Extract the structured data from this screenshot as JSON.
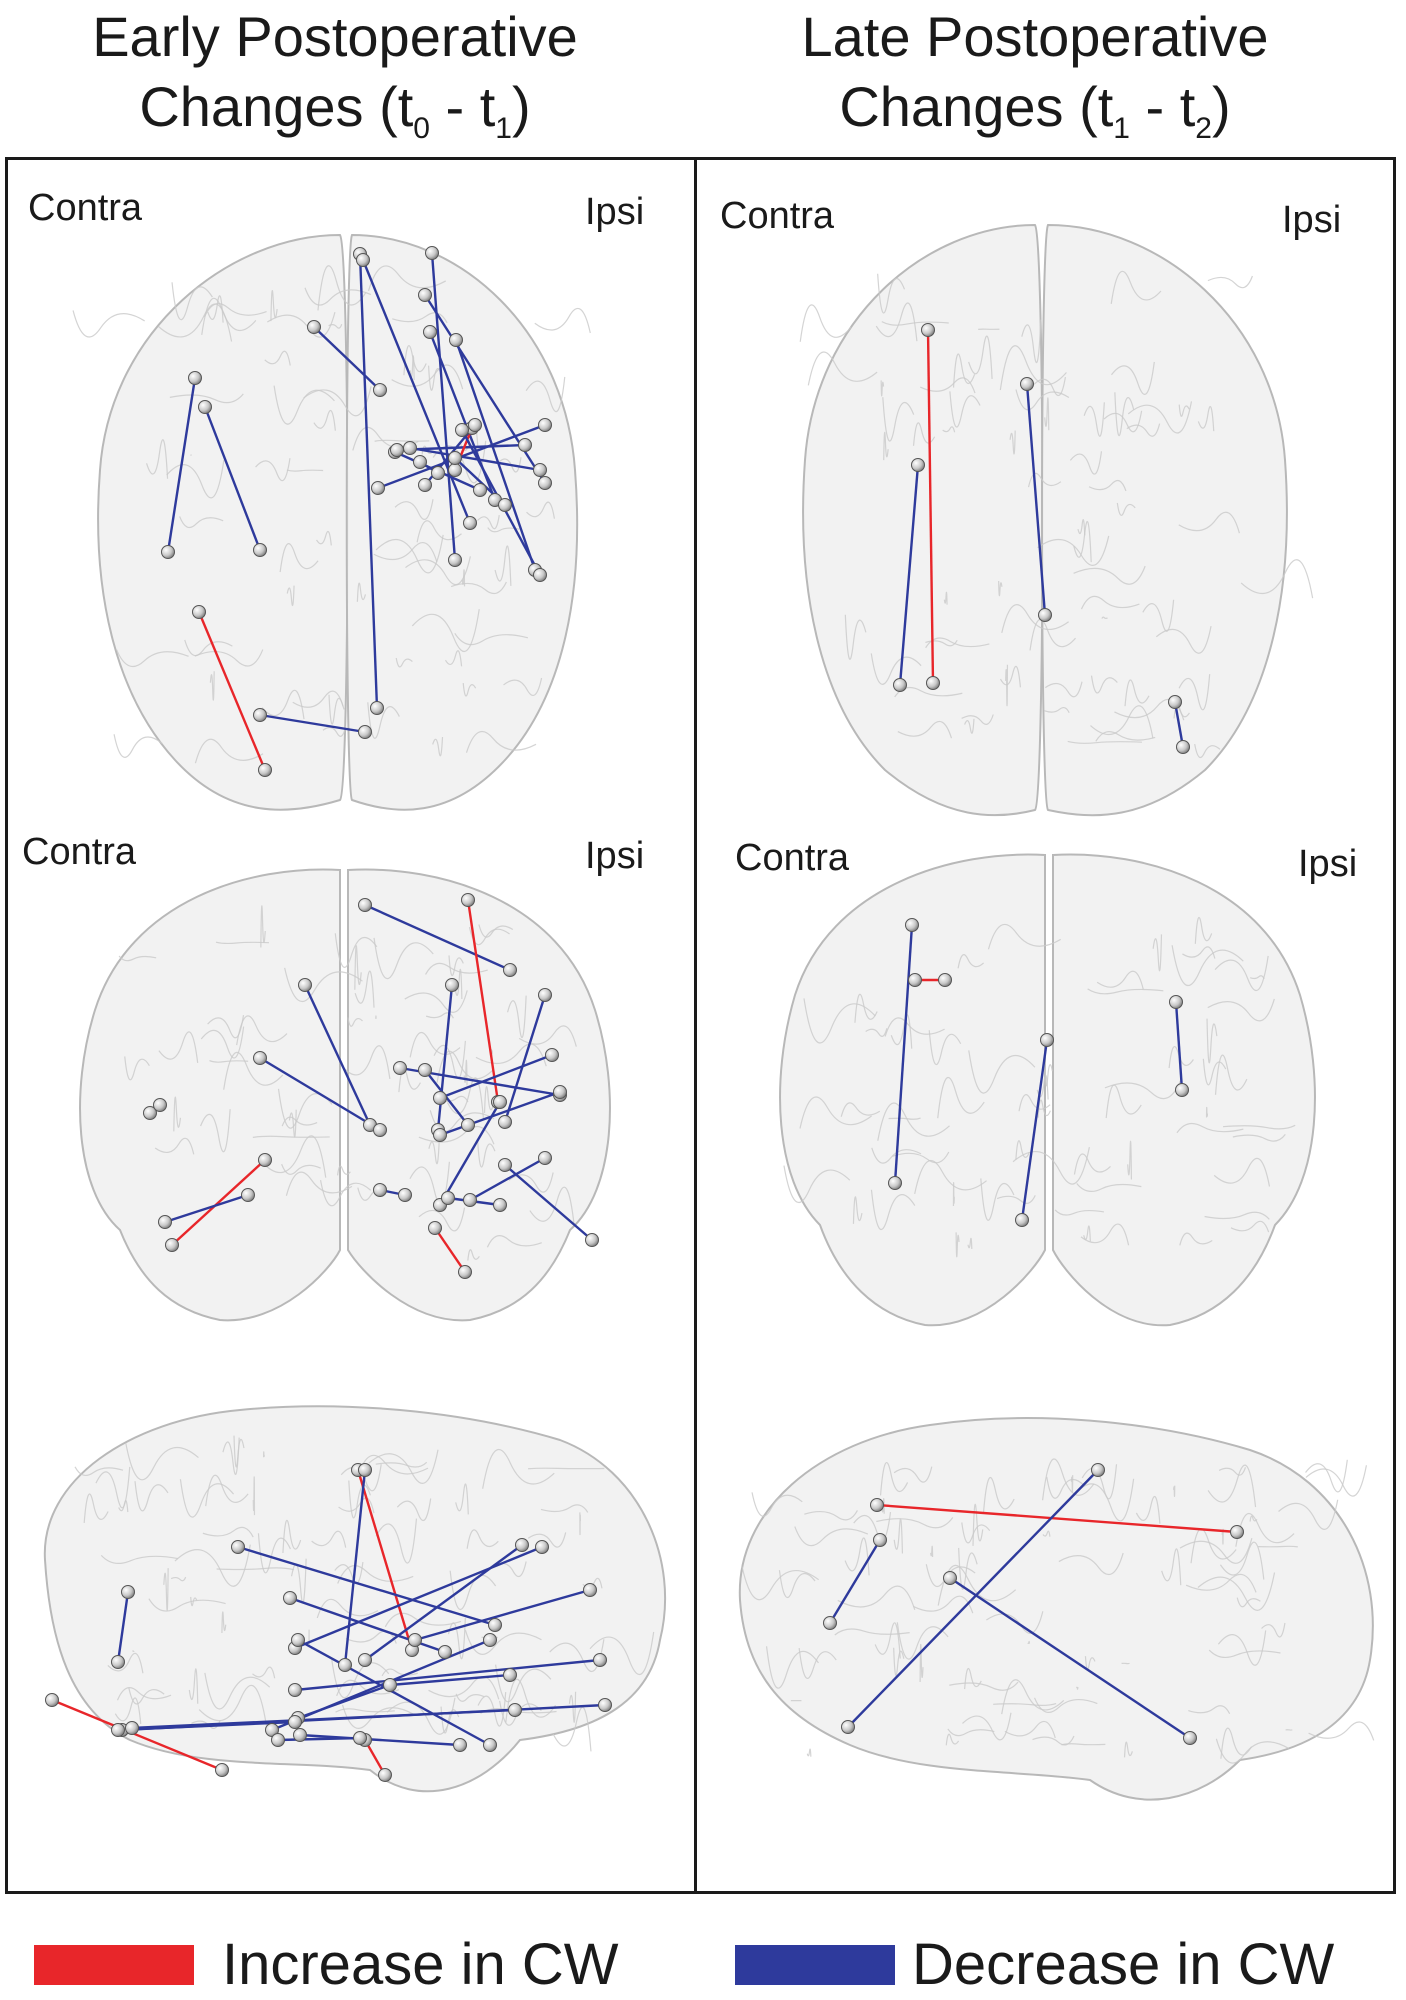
{
  "titles": {
    "left": {
      "line1": "Early Postoperative",
      "line2_prefix": "Changes (t",
      "sub_a": "0",
      "mid": " - t",
      "sub_b": "1",
      "suffix": ")"
    },
    "right": {
      "line1": "Late Postoperative",
      "line2_prefix": "Changes (t",
      "sub_a": "1",
      "mid": " - t",
      "sub_b": "2",
      "suffix": ")"
    }
  },
  "side_labels": {
    "contra": "Contra",
    "ipsi": "Ipsi"
  },
  "legend": {
    "increase": {
      "label": "Increase in CW",
      "color": "#e8262a"
    },
    "decrease": {
      "label": "Decrease in CW",
      "color": "#2e3a9c"
    }
  },
  "colors": {
    "increase": "#e8262a",
    "decrease": "#2e3a9c",
    "node": "#bdbdbd",
    "brain": "#dcdcdc"
  }
}
